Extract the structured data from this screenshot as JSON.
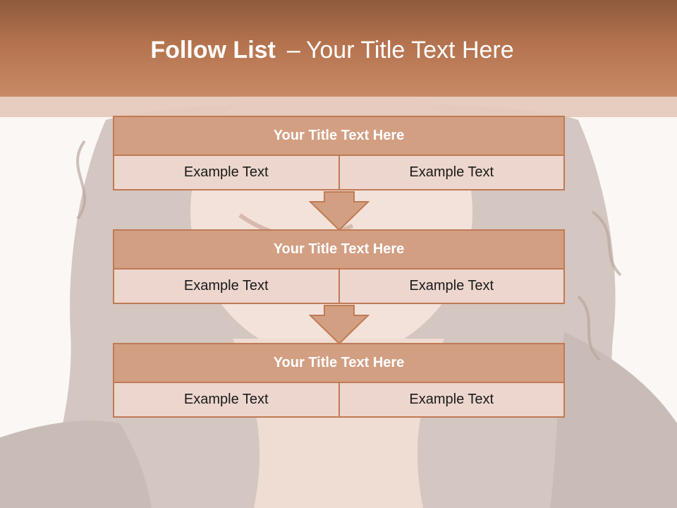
{
  "slide": {
    "title_bold": "Follow List",
    "title_separator": "–",
    "title_rest": "Your Title Text Here"
  },
  "blocks": [
    {
      "title": "Your Title Text Here",
      "left": "Example Text",
      "right": "Example Text"
    },
    {
      "title": "Your Title Text Here",
      "left": "Example Text",
      "right": "Example Text"
    },
    {
      "title": "Your Title Text Here",
      "left": "Example Text",
      "right": "Example Text"
    }
  ],
  "colors": {
    "header": "#b4734e",
    "block_title": "#d39f83",
    "block_body": "#ecd6cd",
    "border": "#c07a54"
  }
}
